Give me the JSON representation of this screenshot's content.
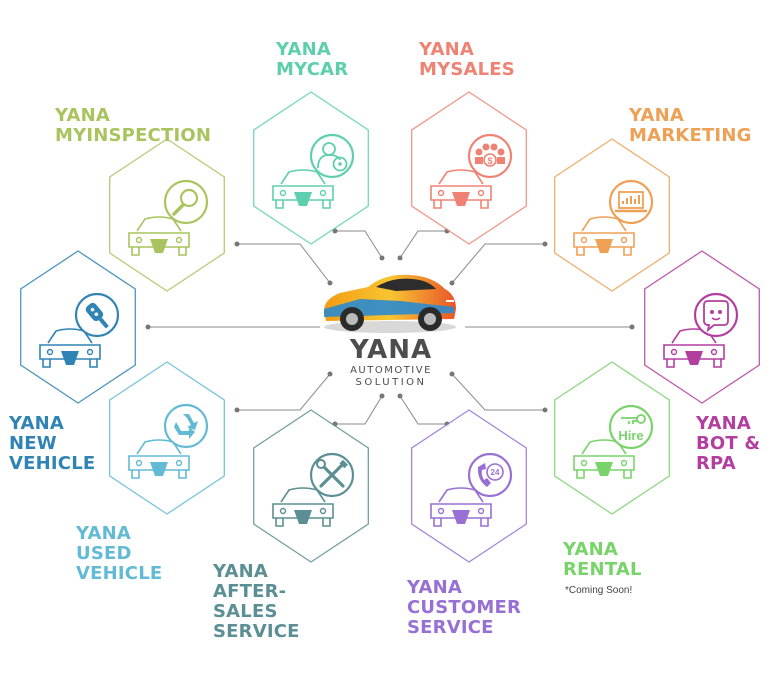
{
  "center": {
    "brand": "YANA",
    "line1": "AUTOMOTIVE",
    "line2": "SOLUTION"
  },
  "modules": {
    "mycar": {
      "lines": [
        "YANA",
        "MYCAR"
      ],
      "color": "#5ecfae",
      "icon": "user-steering-wheel-icon"
    },
    "mysales": {
      "lines": [
        "YANA",
        "MYSALES"
      ],
      "color": "#ee8373",
      "icon": "people-dollar-icon"
    },
    "inspection": {
      "lines": [
        "YANA",
        "MYINSPECTION"
      ],
      "color": "#a9c45e",
      "icon": "magnifier-icon"
    },
    "marketing": {
      "lines": [
        "YANA",
        "MARKETING"
      ],
      "color": "#eea055",
      "icon": "laptop-chart-icon"
    },
    "newvehicle": {
      "lines": [
        "YANA",
        "NEW",
        "VEHICLE"
      ],
      "color": "#2f84b5",
      "icon": "car-key-icon"
    },
    "bot": {
      "lines": [
        "YANA",
        "BOT &",
        "RPA"
      ],
      "color": "#b23f9f",
      "icon": "robot-chat-icon"
    },
    "used": {
      "lines": [
        "YANA",
        "USED",
        "VEHICLE"
      ],
      "color": "#62bad5",
      "icon": "recycle-icon"
    },
    "rental": {
      "lines": [
        "YANA",
        "RENTAL"
      ],
      "color": "#79d36b",
      "icon": "hire-key-icon",
      "hire_text": "Hire",
      "note": "*Coming Soon!"
    },
    "aftersales": {
      "lines": [
        "YANA",
        "AFTER-",
        "SALES",
        "SERVICE"
      ],
      "color": "#5b8f93",
      "icon": "wrench-screwdriver-icon"
    },
    "customer": {
      "lines": [
        "YANA",
        "CUSTOMER",
        "SERVICE"
      ],
      "color": "#9870d4",
      "icon": "phone-24-icon",
      "badge_text": "24"
    }
  }
}
